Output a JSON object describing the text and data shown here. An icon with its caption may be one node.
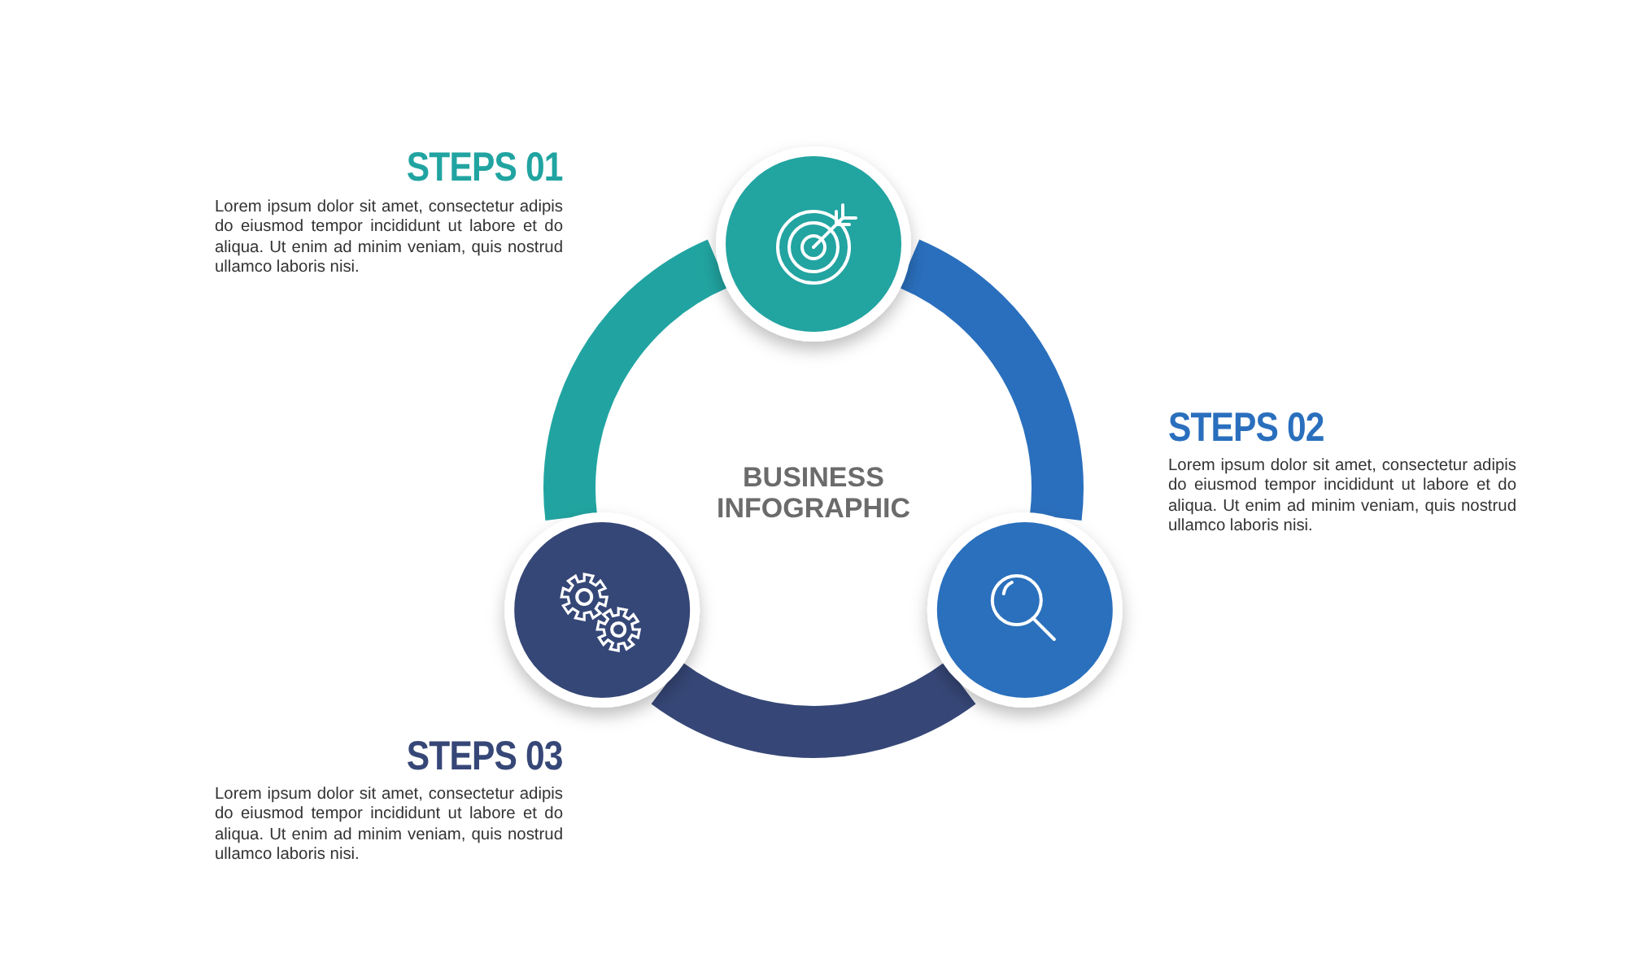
{
  "diagram": {
    "nodes": [
      {
        "text": [],
        "shape": "circle",
        "beside": [
          "STEPS 01",
          "Lorem ipsum dolor sit amet, consectetur adipis do eiusmod tempor incididunt ut labore et do aliqua. Ut enim ad minim veniam, quis nostrud ullamco laboris nisi."
        ]
      },
      {
        "text": [],
        "shape": "circle",
        "beside": [
          "STEPS 03",
          "Lorem ipsum dolor sit amet, consectetur adipis do eiusmod tempor incididunt ut labore et do aliqua. Ut enim ad minim veniam, quis nostrud ullamco laboris nisi."
        ]
      },
      {
        "text": [],
        "shape": "circle",
        "beside": [
          "STEPS 02",
          "Lorem ipsum dolor sit amet, consectetur adipis do eiusmod tempor incididunt ut labore et do aliqua. Ut enim ad minim veniam, quis nostrud ullamco laboris nisi."
        ]
      }
    ],
    "edges": [
      {
        "from": 1,
        "to": 0,
        "arrow": "none",
        "color": "#21a4a1"
      },
      {
        "from": 0,
        "to": 2,
        "arrow": "none",
        "color": "#2a6fbd"
      },
      {
        "from": 2,
        "to": 1,
        "arrow": "none",
        "color": "#364777"
      }
    ],
    "labels": [
      "BUSINESS INFOGRAPHIC"
    ]
  }
}
